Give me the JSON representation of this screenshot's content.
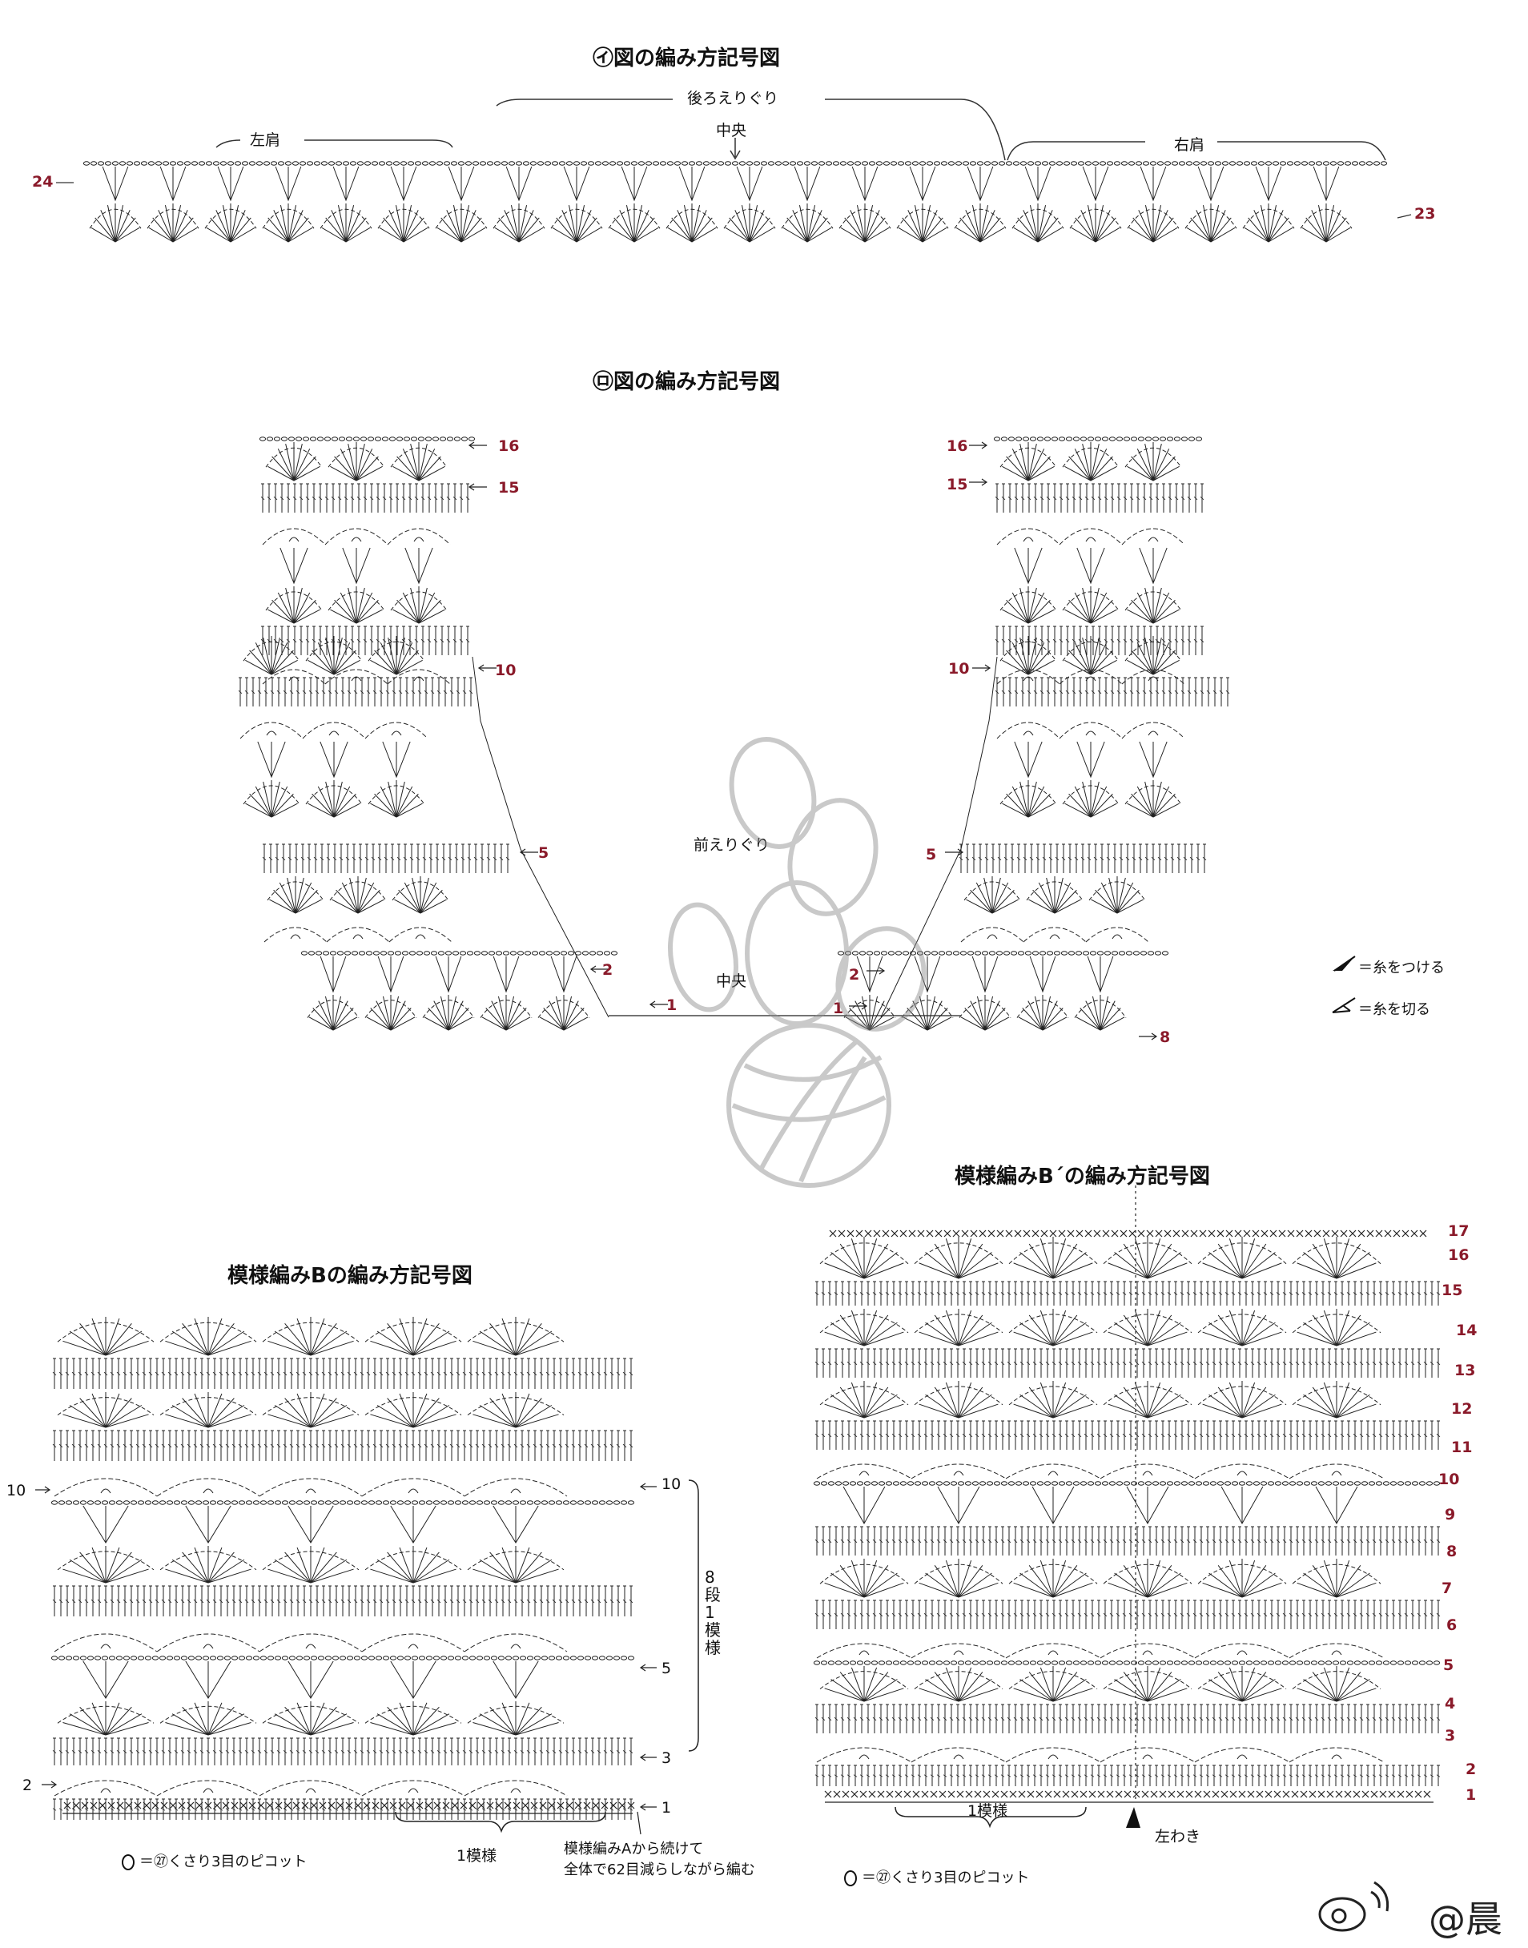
{
  "diagram_i": {
    "title": "㋑図の編み方記号図",
    "back_neck": "後ろえりぐり",
    "center": "中央",
    "left_shoulder": "左肩",
    "right_shoulder": "右肩",
    "row_left": "24",
    "row_right": "23"
  },
  "diagram_ro": {
    "title": "㋺図の編み方記号図",
    "front_neck": "前えりぐり",
    "center": "中央",
    "rows_left": [
      "16",
      "15",
      "10",
      "5",
      "2",
      "1"
    ],
    "rows_right": [
      "16",
      "15",
      "10",
      "5",
      "2",
      "1",
      "8"
    ]
  },
  "legend_yarn": {
    "attach": "＝糸をつける",
    "cut": "＝糸を切る"
  },
  "pattern_b": {
    "title": "模様編みBの編み方記号図",
    "rows_right": [
      "10",
      "5",
      "3",
      "1"
    ],
    "rows_left": [
      "10",
      "2"
    ],
    "repeat_rows": "8段1模様",
    "one_pattern": "1模様",
    "picot": "＝㉗くさり3目のピコット",
    "note_line1": "模様編みAから続けて",
    "note_line2": "全体で62目減らしながら編む"
  },
  "pattern_b_prime": {
    "title": "模様編みB´の編み方記号図",
    "rows": [
      "17",
      "16",
      "15",
      "14",
      "13",
      "12",
      "11",
      "10",
      "9",
      "8",
      "7",
      "6",
      "5",
      "4",
      "3",
      "2",
      "1"
    ],
    "one_pattern": "1模様",
    "left_side": "左わき",
    "picot": "＝㉗くさり3目のピコット"
  },
  "watermark": {
    "handle": "@晨"
  }
}
